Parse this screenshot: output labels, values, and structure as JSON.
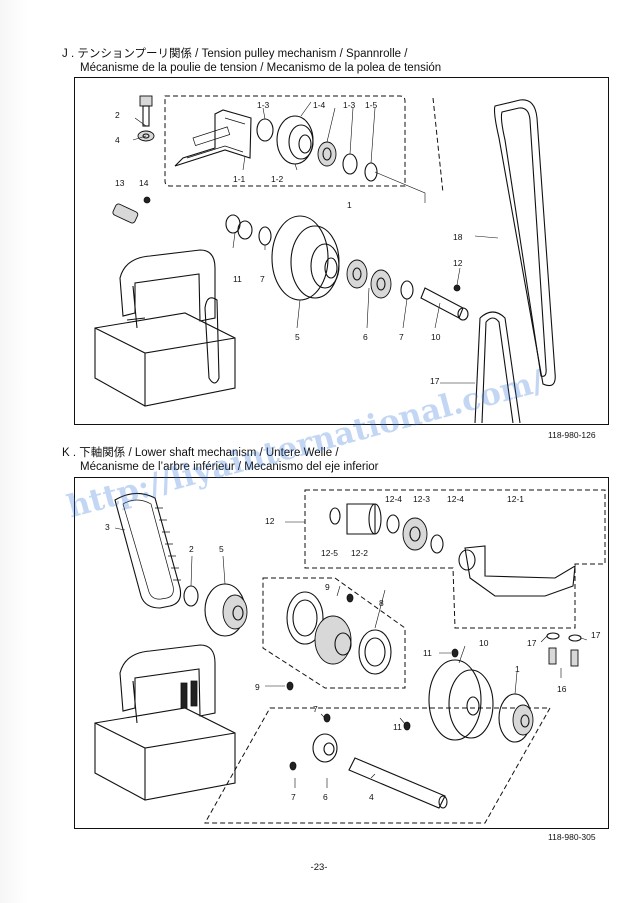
{
  "sections": [
    {
      "id": "J",
      "title_line1": "J . テンションプーリ関係 / Tension pulley  mechanism / Spannrolle /",
      "title_line2": "Mécanisme de la poulie de tension / Mecanismo de la polea de tensión",
      "drawing_number": "118-980-126",
      "callouts": [
        "2",
        "4",
        "13",
        "14",
        "1-3",
        "1-4",
        "1-3",
        "1-5",
        "1-1",
        "1-2",
        "1",
        "11",
        "7",
        "18",
        "12",
        "5",
        "6",
        "7",
        "10",
        "17"
      ]
    },
    {
      "id": "K",
      "title_line1": "K . 下軸関係 / Lower shaft mechanism / Untere Welle /",
      "title_line2": "Mécanisme de l’arbre inférieur / Mecanismo del eje inferior",
      "drawing_number": "118-980-305",
      "callouts": [
        "3",
        "2",
        "5",
        "12",
        "12-4",
        "12-3",
        "12-4",
        "12-1",
        "12-5",
        "12-2",
        "9",
        "8",
        "11",
        "10",
        "17",
        "17",
        "1",
        "9",
        "16",
        "7",
        "6",
        "4",
        "11",
        "7"
      ]
    }
  ],
  "page_number": "-23-",
  "watermark": "http://liyainternational.com/"
}
